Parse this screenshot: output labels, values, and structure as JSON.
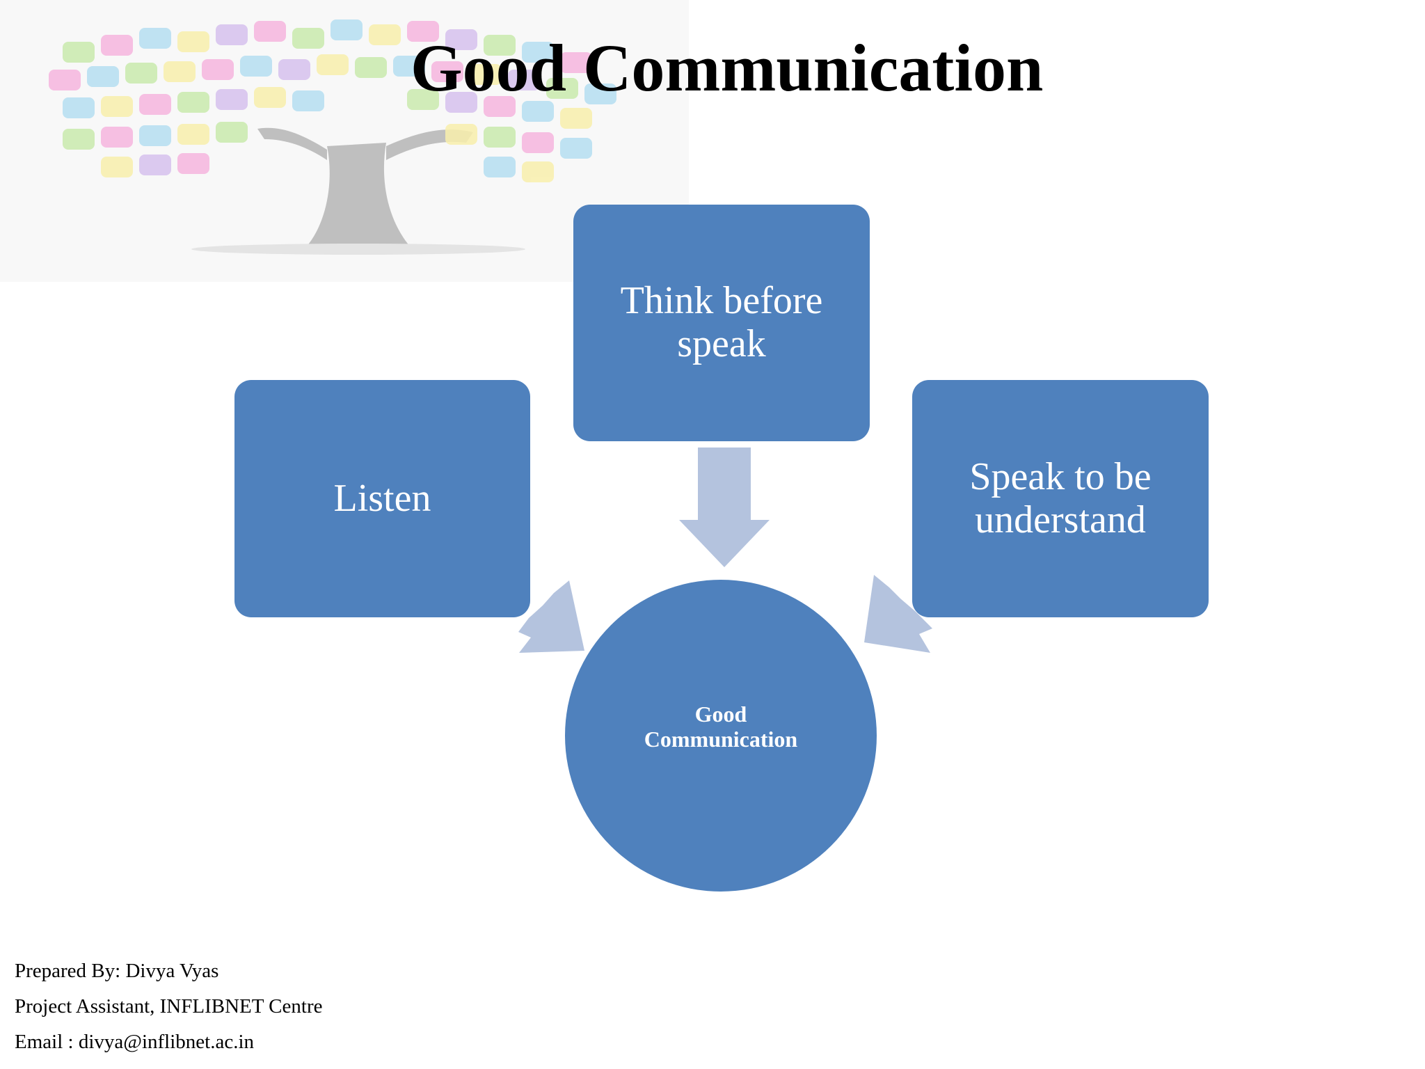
{
  "title": "Good Communication",
  "diagram": {
    "boxes": [
      {
        "label": "Listen"
      },
      {
        "label": "Think before\nspeak"
      },
      {
        "label": "Speak to be\nunderstand"
      }
    ],
    "center": {
      "label": "Good\nCommunication"
    }
  },
  "footer": {
    "prepared_by": "Prepared By: Divya Vyas",
    "position": "Project Assistant, INFLIBNET Centre",
    "email": "Email : divya@inflibnet.ac.in"
  },
  "colors": {
    "box_fill": "#4f81bd",
    "arrow_fill": "#b4c3de",
    "text_light": "#ffffff"
  },
  "icons": [
    "tree-illustration"
  ]
}
